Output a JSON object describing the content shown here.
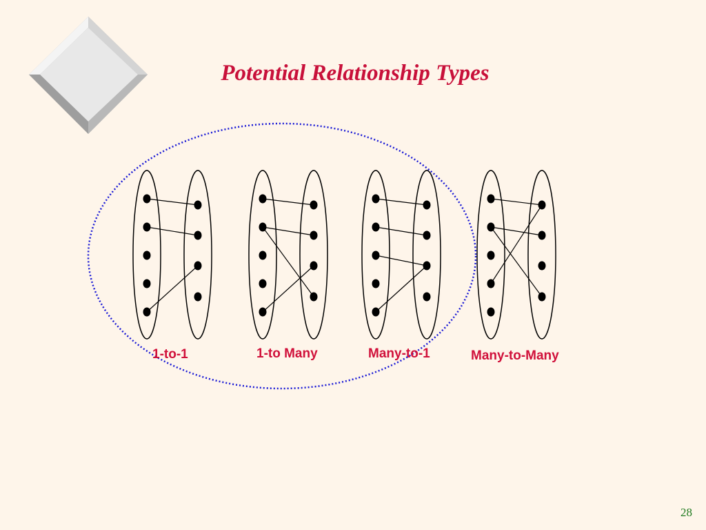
{
  "slide": {
    "title": "Potential Relationship Types",
    "page_number": "28"
  },
  "diagrams": [
    {
      "id": "one-to-one",
      "label": "1-to-1",
      "links": [
        [
          0,
          0
        ],
        [
          1,
          1
        ],
        [
          4,
          2
        ]
      ]
    },
    {
      "id": "one-to-many",
      "label": "1-to Many",
      "links": [
        [
          0,
          0
        ],
        [
          1,
          1
        ],
        [
          1,
          3
        ],
        [
          4,
          2
        ]
      ]
    },
    {
      "id": "many-to-one",
      "label": "Many-to-1",
      "links": [
        [
          0,
          0
        ],
        [
          1,
          1
        ],
        [
          2,
          2
        ],
        [
          4,
          2
        ]
      ]
    },
    {
      "id": "many-to-many",
      "label": "Many-to-Many",
      "links": [
        [
          0,
          0
        ],
        [
          1,
          1
        ],
        [
          1,
          3
        ],
        [
          3,
          0
        ]
      ]
    }
  ],
  "colors": {
    "background": "#FEF5EA",
    "title": "#C8103A",
    "labels": "#D0103A",
    "grouping_ellipse": "#1A1AD6",
    "page_number": "#1E7A1E"
  },
  "decoration": {
    "corner_logo": "bevel-diamond-icon"
  }
}
